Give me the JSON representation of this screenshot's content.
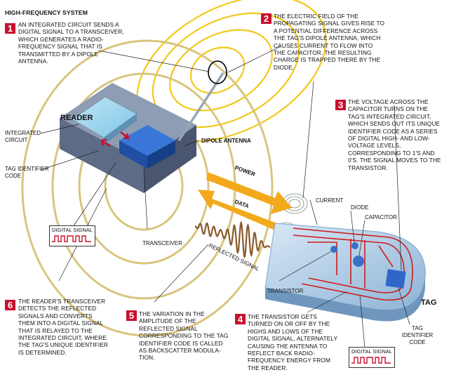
{
  "title": "HIGH-FREQUENCY SYSTEM",
  "steps": [
    {
      "num": "1",
      "text": "AN INTEGRATED CIRCUIT SENDS A DIGITAL SIGNAL TO A TRANSCEIVER, WHICH GENERATES A RADIO-FREQUENCY SIGNAL THAT IS TRANSMITTED BY A DIPOLE ANTENNA."
    },
    {
      "num": "2",
      "text": "THE ELECTRIC FIELD OF THE PROPAGATING SIGNAL GIVES RISE TO A POTENTIAL DIFFERENCE ACROSS THE TAG'S DIPOLE ANTENNA, WHICH CAUSES CURRENT TO FLOW INTO THE CAPACITOR. THE RESULTING CHARGE IS TRAPPED THERE BY THE DIODE."
    },
    {
      "num": "3",
      "text": "THE VOLTAGE ACROSS THE CAPACITOR TURNS ON THE TAG'S INTEGRATED CIRCUIT, WHICH SENDS OUT ITS UNIQUE IDENTIFIER CODE AS A SERIES OF DIGITAL HIGH- AND LOW-VOLTAGE LEVELS, CORRESPONDING TO 1'S AND 0'S. THE SIGNAL MOVES TO THE TRANSISTOR."
    },
    {
      "num": "4",
      "text": "THE TRANSISTOR GETS TURNED ON OR OFF BY THE HIGHS AND LOWS OF THE DIGITAL SIGNAL, ALTERNATELY CAUSING THE ANTENNA TO REFLECT BACK RADIO-FREQUENCY ENERGY FROM THE READER."
    },
    {
      "num": "5",
      "text": "THE VARIATION IN THE AMPLITUDE OF THE REFLECTED SIGNAL CORRESPONDING TO THE TAG IDENTIFIER CODE IS CALLED AS BACKSCATTER MODULA-TION."
    },
    {
      "num": "6",
      "text": "THE READER'S TRANSCEIVER DETECTS THE REFLECTED SIGNALS AND CONVERTS THEM INTO A DIGITAL SIGNAL THAT IS RELAYED TO THE INTEGRATED CIRCUIT, WHERE THE TAG'S UNIQUE IDENTIFIER IS DETERMINED."
    }
  ],
  "labels": {
    "reader": "READER",
    "integrated_circuit": "INTEGRATED CIRCUIT",
    "tag_identifier_code_left": "TAG IDENTIFIER CODE",
    "dipole_antenna": "DIPOLE ANTENNA",
    "power": "POWER",
    "data": "DATA",
    "transceiver": "TRANSCEIVER",
    "reflected_signal": "REFLECTED SIGNAL",
    "digital_signal_left": "DIGITAL SIGNAL",
    "current": "CURRENT",
    "diode": "DIODE",
    "capacitor": "CAPACITOR",
    "transistor": "TRANSISTOR",
    "tag": "TAG",
    "tag_identifier_code_right": "TAG IDENTIFIER CODE",
    "digital_signal_right": "DIGITAL SIGNAL"
  },
  "colors": {
    "accent_red": "#c8102e",
    "ring_gold": "#d8c57e",
    "ring_yellow": "#f2c81a",
    "arrow_orange": "#f3a91c",
    "wave_brown": "#8a5a2b",
    "reader_gray": "#7d8ca3",
    "chip_blue": "#2f66c8",
    "tag_body": "#a9c8e2",
    "circuit_red": "#d01c1c"
  }
}
